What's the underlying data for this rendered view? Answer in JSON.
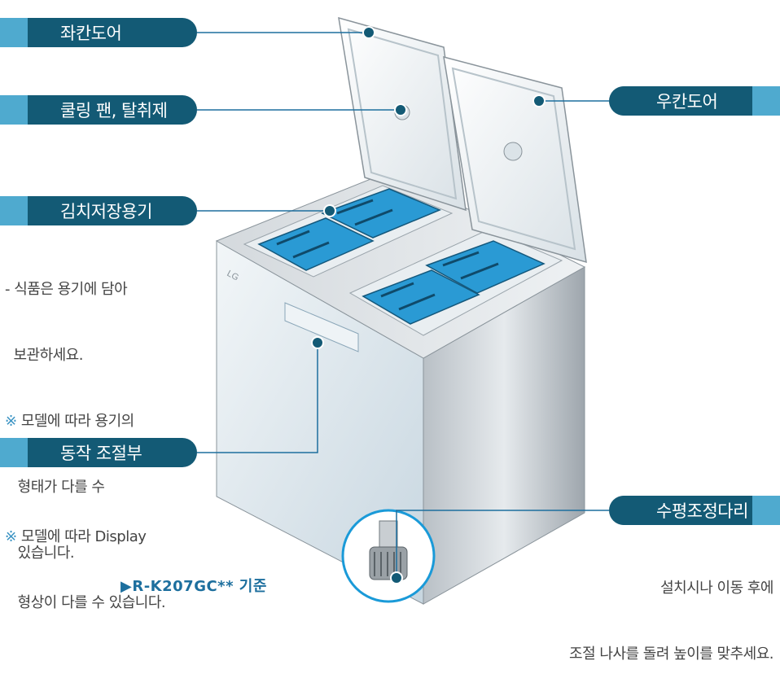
{
  "labels": {
    "left_door": "좌칸도어",
    "cooling_fan": "쿨링 팬, 탈취제",
    "kimchi_container": "김치저장용기",
    "control_panel": "동작 조절부",
    "right_door": "우칸도어",
    "leveling_leg": "수평조정다리"
  },
  "notes": {
    "container_line1": "- 식품은 용기에 담아",
    "container_line2": "  보관하세요.",
    "container_mark": "※",
    "container_line3": " 모델에 따라 용기의",
    "container_line4": "   형태가 다를 수",
    "container_line5": "   있습니다.",
    "display_mark": "※",
    "display_line1": " 모델에 따라 Display",
    "display_line2": "   형상이 다를 수 있습니다.",
    "leg_line1": "설치시나 이동 후에",
    "leg_line2": "조절 나사를 돌려 높이를 맞추세요."
  },
  "brand_logo": "LG",
  "model_basis": "▶R-K207GC** 기준",
  "colors": {
    "label_dark": "#135a75",
    "label_light": "#4faacf",
    "container_blue": "#2a9ad4",
    "leader_line": "#1d6f9e"
  }
}
